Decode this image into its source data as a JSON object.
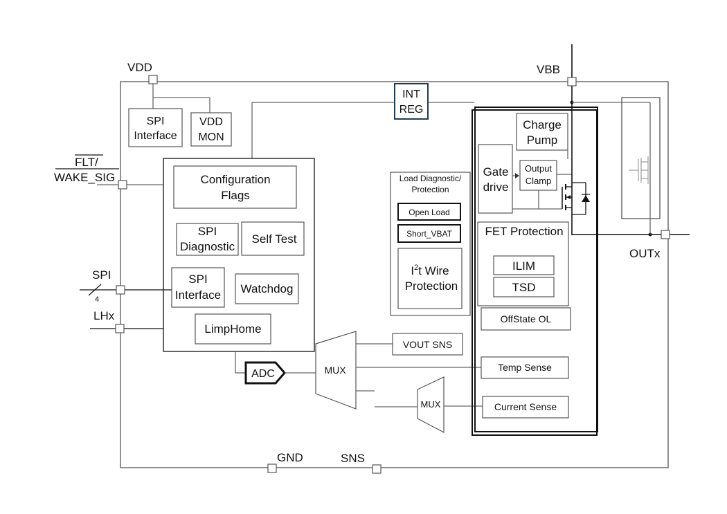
{
  "pins": {
    "vdd": "VDD",
    "vbb": "VBB",
    "flt": "FLT/",
    "wake": "WAKE_SIG",
    "spi": "SPI",
    "spi_width": "4",
    "lhx": "LHx",
    "outx": "OUTx",
    "gnd": "GND",
    "sns": "SNS"
  },
  "blocks": {
    "spi_interface_top": [
      "SPI",
      "Interface"
    ],
    "vdd_mon": [
      "VDD",
      "MON"
    ],
    "int_reg": [
      "INT",
      "REG"
    ],
    "config_flags": [
      "Configuration",
      "Flags"
    ],
    "spi_diagnostic": [
      "SPI",
      "Diagnostic"
    ],
    "self_test": "Self Test",
    "spi_interface": [
      "SPI",
      "Interface"
    ],
    "watchdog": "Watchdog",
    "limphome": "LimpHome",
    "load_diag": [
      "Load Diagnostic/",
      "Protection"
    ],
    "open_load": "Open Load",
    "short_vbat": "Short_VBAT",
    "i2t_sup": "2",
    "i2t_pre": "I",
    "i2t_post": "t Wire",
    "i2t_line2": "Protection",
    "charge_pump": [
      "Charge",
      "Pump"
    ],
    "gate_drive": [
      "Gate",
      "drive"
    ],
    "output_clamp": [
      "Output",
      "Clamp"
    ],
    "fet_protection": "FET Protection",
    "ilim": "ILIM",
    "tsd": "TSD",
    "offstate_ol": "OffState OL",
    "temp_sense": "Temp Sense",
    "current_sense": "Current Sense",
    "vout_sns": "VOUT SNS",
    "adc": "ADC",
    "mux1": "MUX",
    "mux2": "MUX"
  }
}
